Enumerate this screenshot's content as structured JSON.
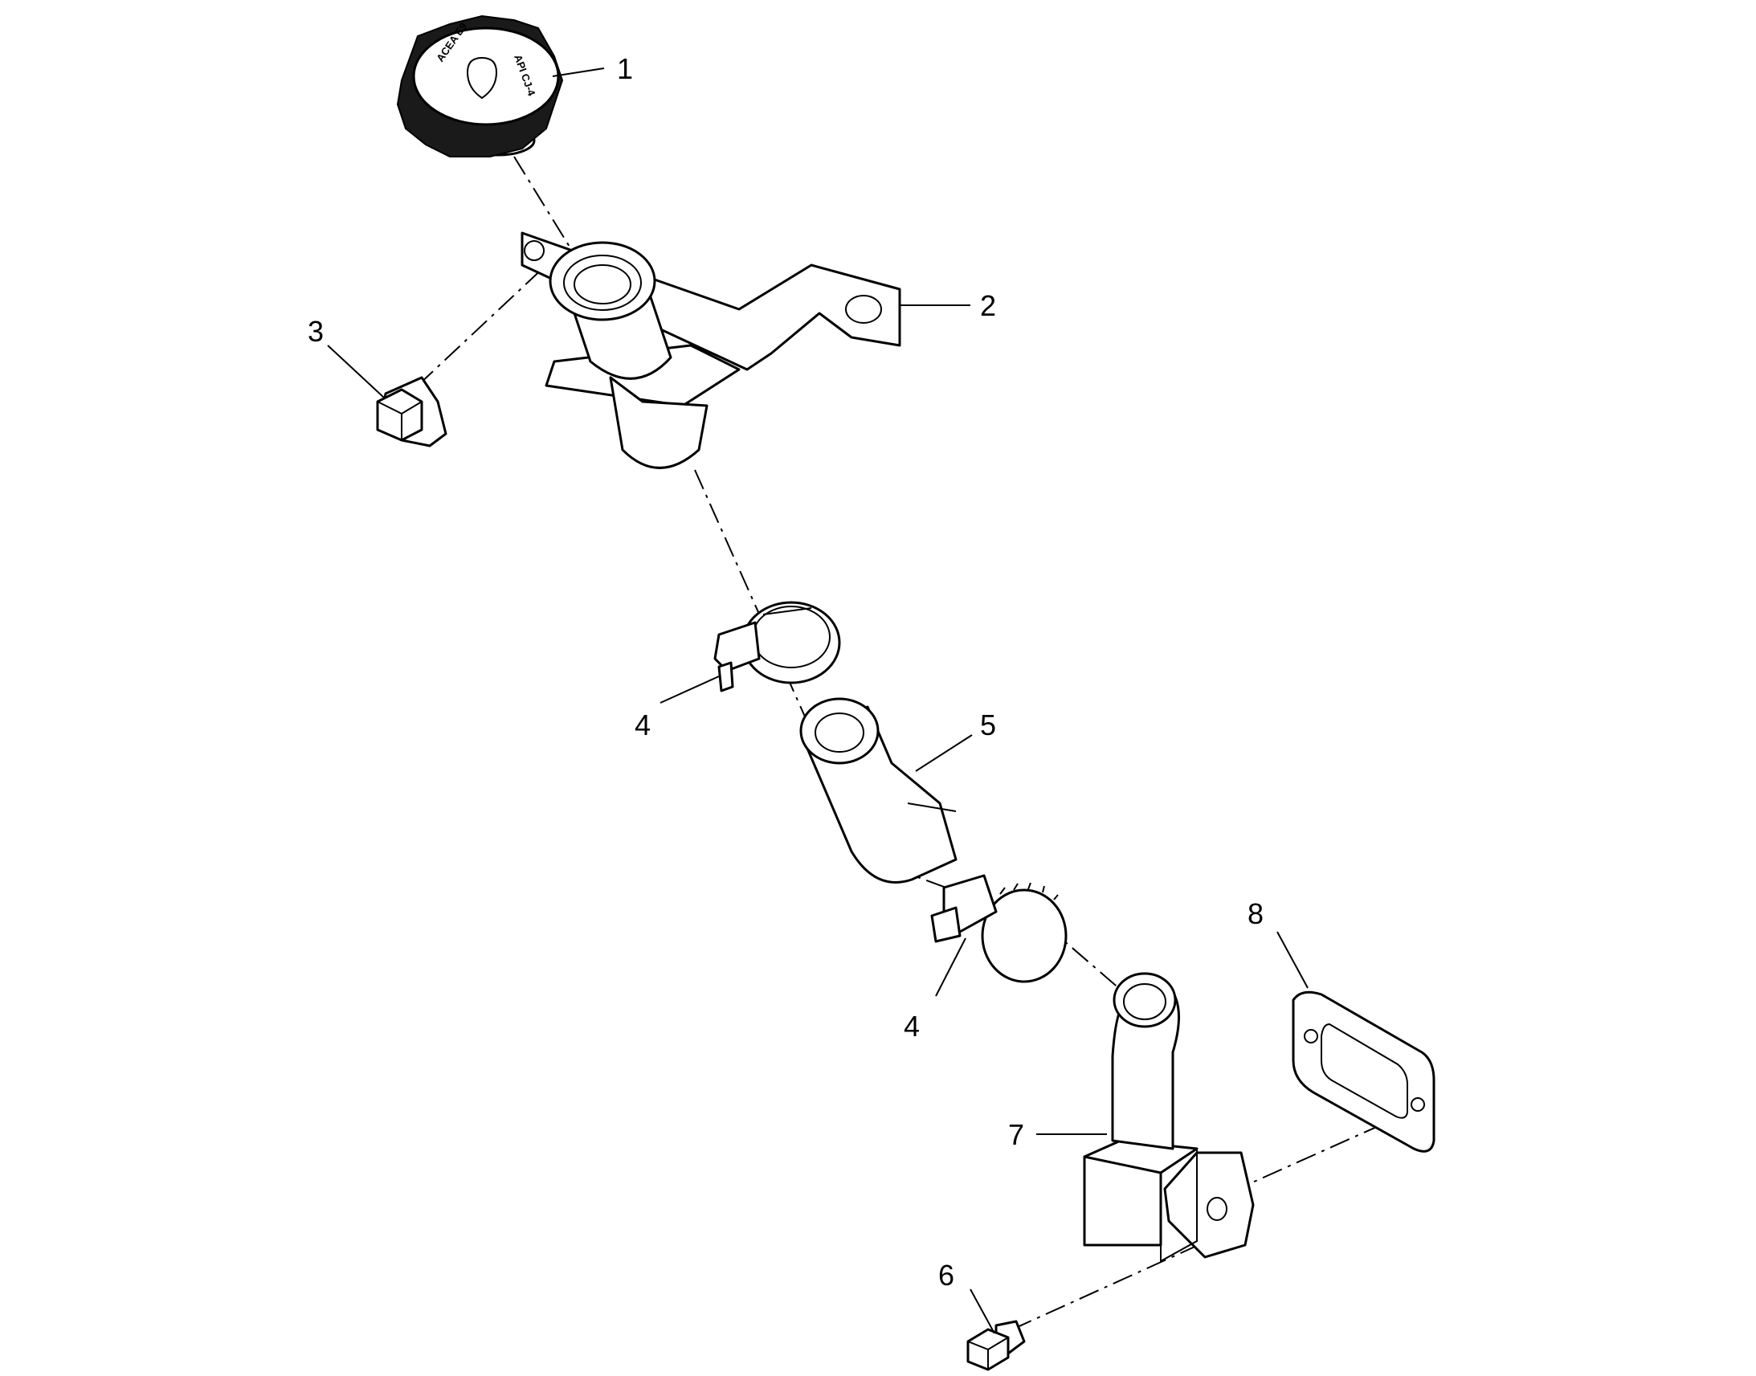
{
  "diagram": {
    "callouts": [
      {
        "id": "1",
        "text": "1"
      },
      {
        "id": "2",
        "text": "2"
      },
      {
        "id": "3",
        "text": "3"
      },
      {
        "id": "4a",
        "text": "4"
      },
      {
        "id": "5",
        "text": "5"
      },
      {
        "id": "4b",
        "text": "4"
      },
      {
        "id": "8",
        "text": "8"
      },
      {
        "id": "7",
        "text": "7"
      },
      {
        "id": "6",
        "text": "6"
      }
    ],
    "cap_markings": {
      "line1": "ACEA E9",
      "line2": "API CJ-4"
    }
  }
}
